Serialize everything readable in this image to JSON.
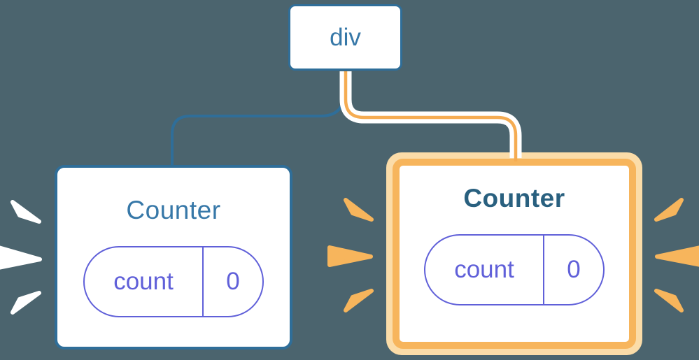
{
  "diagram": {
    "description": "React component tree: a div root with two Counter children; the second Counter is highlighted (state updated)",
    "root": {
      "label": "div"
    },
    "children": [
      {
        "title": "Counter",
        "highlighted": false,
        "state": {
          "key": "count",
          "value": "0"
        }
      },
      {
        "title": "Counter",
        "highlighted": true,
        "state": {
          "key": "count",
          "value": "0"
        }
      }
    ],
    "palette": {
      "background": "#4B646E",
      "node_fill": "#FFFFFF",
      "blue_border": "#2F6E99",
      "blue_text": "#3778A8",
      "bold_title_text": "#29607F",
      "state_purple": "#6060D9",
      "highlight_orange": "#F7B55C",
      "highlight_orange_light": "#FBDCA8",
      "connector_orange": "#F5AC52",
      "connector_halo": "#FFFFFF",
      "burst_left_card": "#FFFFFF",
      "burst_right_card": "#F7B55C"
    }
  }
}
